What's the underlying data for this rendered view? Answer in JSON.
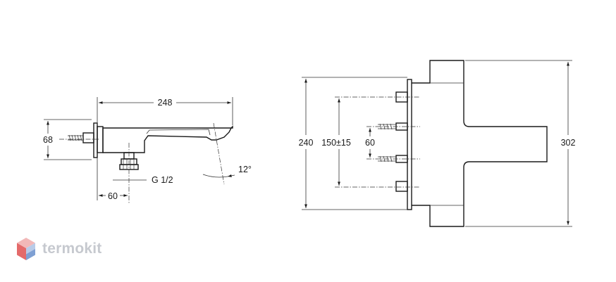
{
  "left_view": {
    "dim_length": "248",
    "dim_height": "68",
    "dim_offset": "60",
    "thread_label": "G 1/2",
    "angle_label": "12°"
  },
  "right_view": {
    "dim_outer": "240",
    "dim_center": "150±15",
    "dim_inner": "60",
    "dim_total": "302"
  },
  "brand": {
    "name": "termokit",
    "logo_icon": "hexagon-cube-icon",
    "logo_colors": [
      "#f2b8b8",
      "#e46a6a",
      "#b9cbe8",
      "#7fa0d3"
    ]
  }
}
